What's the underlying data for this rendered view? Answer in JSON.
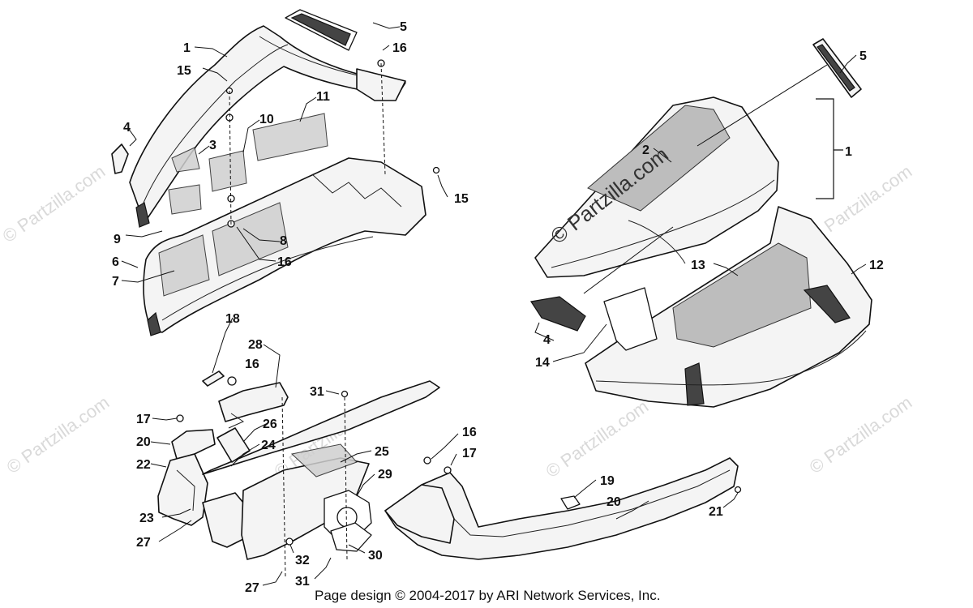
{
  "callouts": [
    {
      "id": "c1a",
      "label": "1"
    },
    {
      "id": "c5a",
      "label": "5"
    },
    {
      "id": "c16a",
      "label": "16"
    },
    {
      "id": "c15a",
      "label": "15"
    },
    {
      "id": "c11",
      "label": "11"
    },
    {
      "id": "c10",
      "label": "10"
    },
    {
      "id": "c4a",
      "label": "4"
    },
    {
      "id": "c3",
      "label": "3"
    },
    {
      "id": "c15b",
      "label": "15"
    },
    {
      "id": "c9",
      "label": "9"
    },
    {
      "id": "c8",
      "label": "8"
    },
    {
      "id": "c6",
      "label": "6"
    },
    {
      "id": "c16b",
      "label": "16"
    },
    {
      "id": "c7",
      "label": "7"
    },
    {
      "id": "c5b",
      "label": "5"
    },
    {
      "id": "c2",
      "label": "2"
    },
    {
      "id": "c1b",
      "label": "1"
    },
    {
      "id": "c13",
      "label": "13"
    },
    {
      "id": "c12",
      "label": "12"
    },
    {
      "id": "c4b",
      "label": "4"
    },
    {
      "id": "c14",
      "label": "14"
    },
    {
      "id": "c18",
      "label": "18"
    },
    {
      "id": "c28",
      "label": "28"
    },
    {
      "id": "c16c",
      "label": "16"
    },
    {
      "id": "c31a",
      "label": "31"
    },
    {
      "id": "c17a",
      "label": "17"
    },
    {
      "id": "c26",
      "label": "26"
    },
    {
      "id": "c20a",
      "label": "20"
    },
    {
      "id": "c24",
      "label": "24"
    },
    {
      "id": "c22",
      "label": "22"
    },
    {
      "id": "c25",
      "label": "25"
    },
    {
      "id": "c29",
      "label": "29"
    },
    {
      "id": "c16d",
      "label": "16"
    },
    {
      "id": "c17b",
      "label": "17"
    },
    {
      "id": "c19",
      "label": "19"
    },
    {
      "id": "c20b",
      "label": "20"
    },
    {
      "id": "c21",
      "label": "21"
    },
    {
      "id": "c23",
      "label": "23"
    },
    {
      "id": "c27a",
      "label": "27"
    },
    {
      "id": "c32",
      "label": "32"
    },
    {
      "id": "c30",
      "label": "30"
    },
    {
      "id": "c27b",
      "label": "27"
    },
    {
      "id": "c31b",
      "label": "31"
    }
  ],
  "watermark": {
    "main": "© Partzilla.com",
    "tile": "© Partzilla.com"
  },
  "footer": {
    "text": "Page design © 2004-2017 by ARI Network Services, Inc."
  }
}
